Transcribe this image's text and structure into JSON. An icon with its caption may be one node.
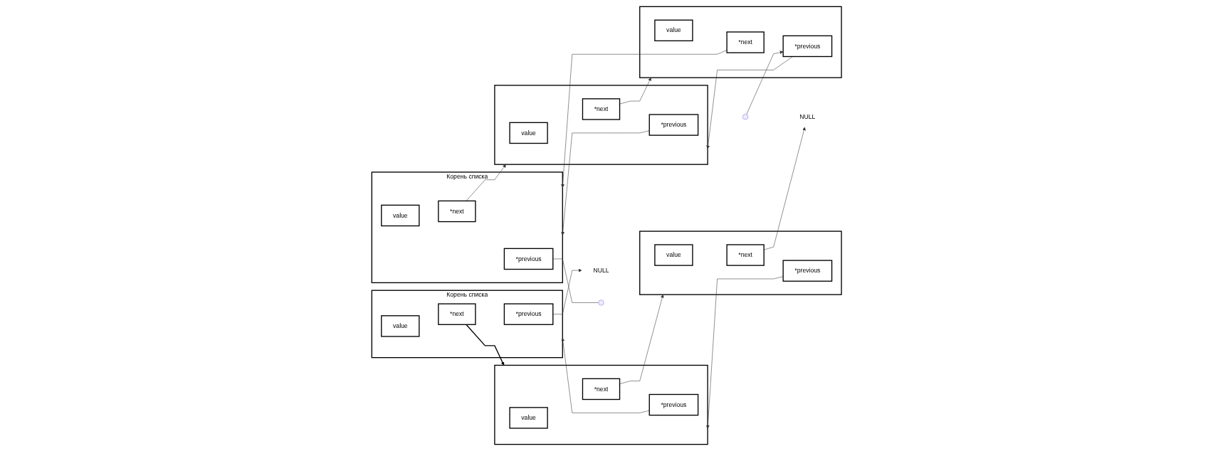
{
  "diagram": {
    "nodes": [
      {
        "text": [
          "Корень списка"
        ]
      },
      {
        "text": [
          "value"
        ],
        "in": 0
      },
      {
        "text": [
          "*next"
        ],
        "in": 0
      },
      {
        "text": [
          "*previous"
        ],
        "in": 0
      },
      {
        "text": [],
        "shape": "box"
      },
      {
        "text": [
          "value"
        ],
        "in": 4
      },
      {
        "text": [
          "*next"
        ],
        "in": 4
      },
      {
        "text": [
          "*previous"
        ],
        "in": 4
      },
      {
        "text": [],
        "shape": "box"
      },
      {
        "text": [
          "value"
        ],
        "in": 8
      },
      {
        "text": [
          "*next"
        ],
        "in": 8
      },
      {
        "text": [
          "*previous"
        ],
        "in": 8
      },
      {
        "text": [
          "NULL"
        ]
      },
      {
        "text": [
          "NULL"
        ]
      },
      {
        "text": [
          "Корень списка"
        ]
      },
      {
        "text": [
          "value"
        ],
        "in": 14
      },
      {
        "text": [
          "*next"
        ],
        "in": 14
      },
      {
        "text": [
          "*previous"
        ],
        "in": 14
      },
      {
        "text": [],
        "shape": "box"
      },
      {
        "text": [
          "value"
        ],
        "in": 18
      },
      {
        "text": [
          "*next"
        ],
        "in": 18
      },
      {
        "text": [
          "*previous"
        ],
        "in": 18
      },
      {
        "text": [],
        "shape": "box"
      },
      {
        "text": [
          "value"
        ],
        "in": 22
      },
      {
        "text": [
          "*next"
        ],
        "in": 22
      },
      {
        "text": [
          "*previous"
        ],
        "in": 22
      }
    ],
    "edges": [
      {
        "from": 2,
        "to": 4,
        "arrow": "to"
      },
      {
        "from": 7,
        "to": 0,
        "arrow": "to"
      },
      {
        "from": 6,
        "to": 8,
        "arrow": "to"
      },
      {
        "from": 11,
        "to": 4,
        "arrow": "to"
      },
      {
        "from": 10,
        "to": 12,
        "arrow": "to"
      },
      {
        "from": 3,
        "to": 13,
        "arrow": "to"
      },
      {
        "from": 16,
        "to": 18,
        "arrow": "to"
      },
      {
        "from": 21,
        "to": 14,
        "arrow": "to"
      },
      {
        "from": 20,
        "to": 22,
        "arrow": "to"
      },
      {
        "from": 25,
        "to": 18,
        "arrow": "to"
      },
      {
        "from": 24,
        "to": 14,
        "arrow": "to"
      },
      {
        "from": 17,
        "to": null,
        "arrow": "none"
      },
      {
        "from": null,
        "to": 25,
        "arrow": "to"
      }
    ]
  }
}
